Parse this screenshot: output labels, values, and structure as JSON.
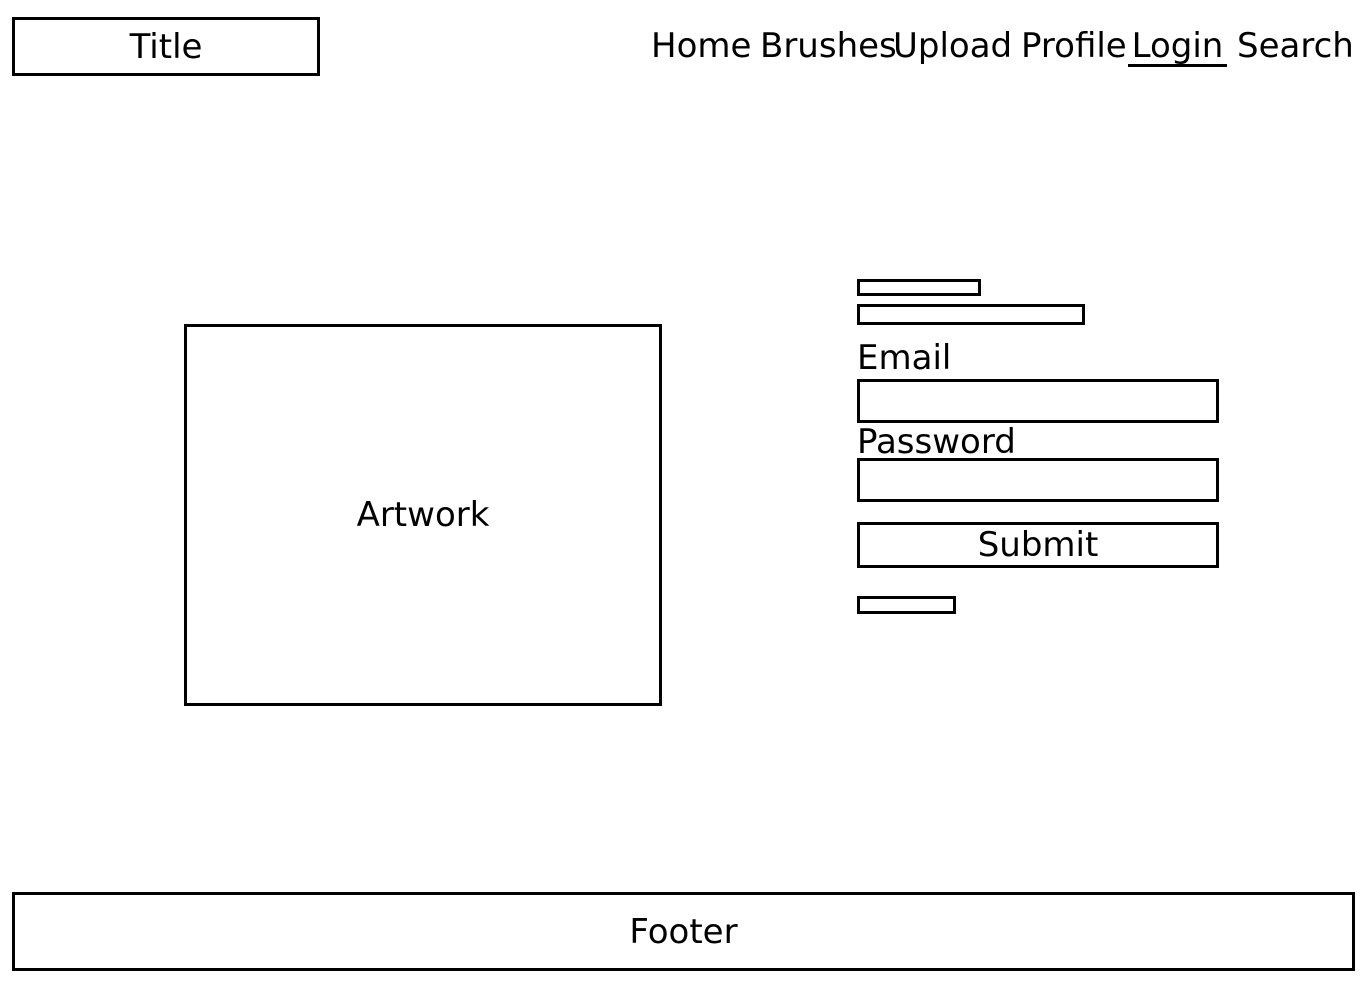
{
  "header": {
    "title": "Title",
    "nav": [
      {
        "label": "Home"
      },
      {
        "label": "Brushes"
      },
      {
        "label": "Upload"
      },
      {
        "label": "Profile"
      },
      {
        "label": "Login"
      },
      {
        "label": "Search"
      }
    ],
    "active_nav": "Login"
  },
  "main": {
    "artwork_label": "Artwork",
    "form": {
      "email_label": "Email",
      "email_value": "",
      "password_label": "Password",
      "password_value": "",
      "submit_label": "Submit"
    }
  },
  "footer": {
    "label": "Footer"
  }
}
